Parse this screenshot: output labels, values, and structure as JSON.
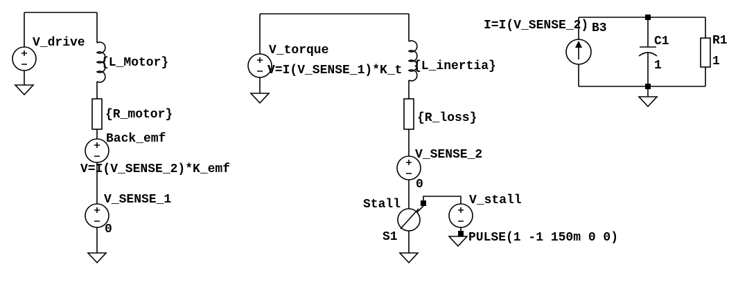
{
  "colors": {
    "background": "#ffffff",
    "ink": "#000000"
  },
  "left": {
    "v_drive_label": "V_drive",
    "l_motor_value": "{L_Motor}",
    "r_motor_value": "{R_motor}",
    "back_emf_label": "Back_emf",
    "back_emf_value": "V=I(V_SENSE_2)*K_emf",
    "v_sense_1_label": "V_SENSE_1",
    "v_sense_1_value": "0"
  },
  "middle": {
    "v_torque_label": "V_torque",
    "v_torque_value": "V=I(V_SENSE_1)*K_t",
    "l_inertia_value": "{L_inertia}",
    "r_loss_value": "{R_loss}",
    "v_sense_2_label": "V_SENSE_2",
    "v_sense_2_value": "0",
    "switch_label": "Stall",
    "switch_designator": "S1",
    "v_stall_label": "V_stall",
    "v_stall_value": "PULSE(1 -1 150m 0 0)"
  },
  "right": {
    "b3_value": "I=I(V_SENSE_2)",
    "b3_label": "B3",
    "c1_label": "C1",
    "c1_value": "1",
    "r1_label": "R1",
    "r1_value": "1"
  }
}
